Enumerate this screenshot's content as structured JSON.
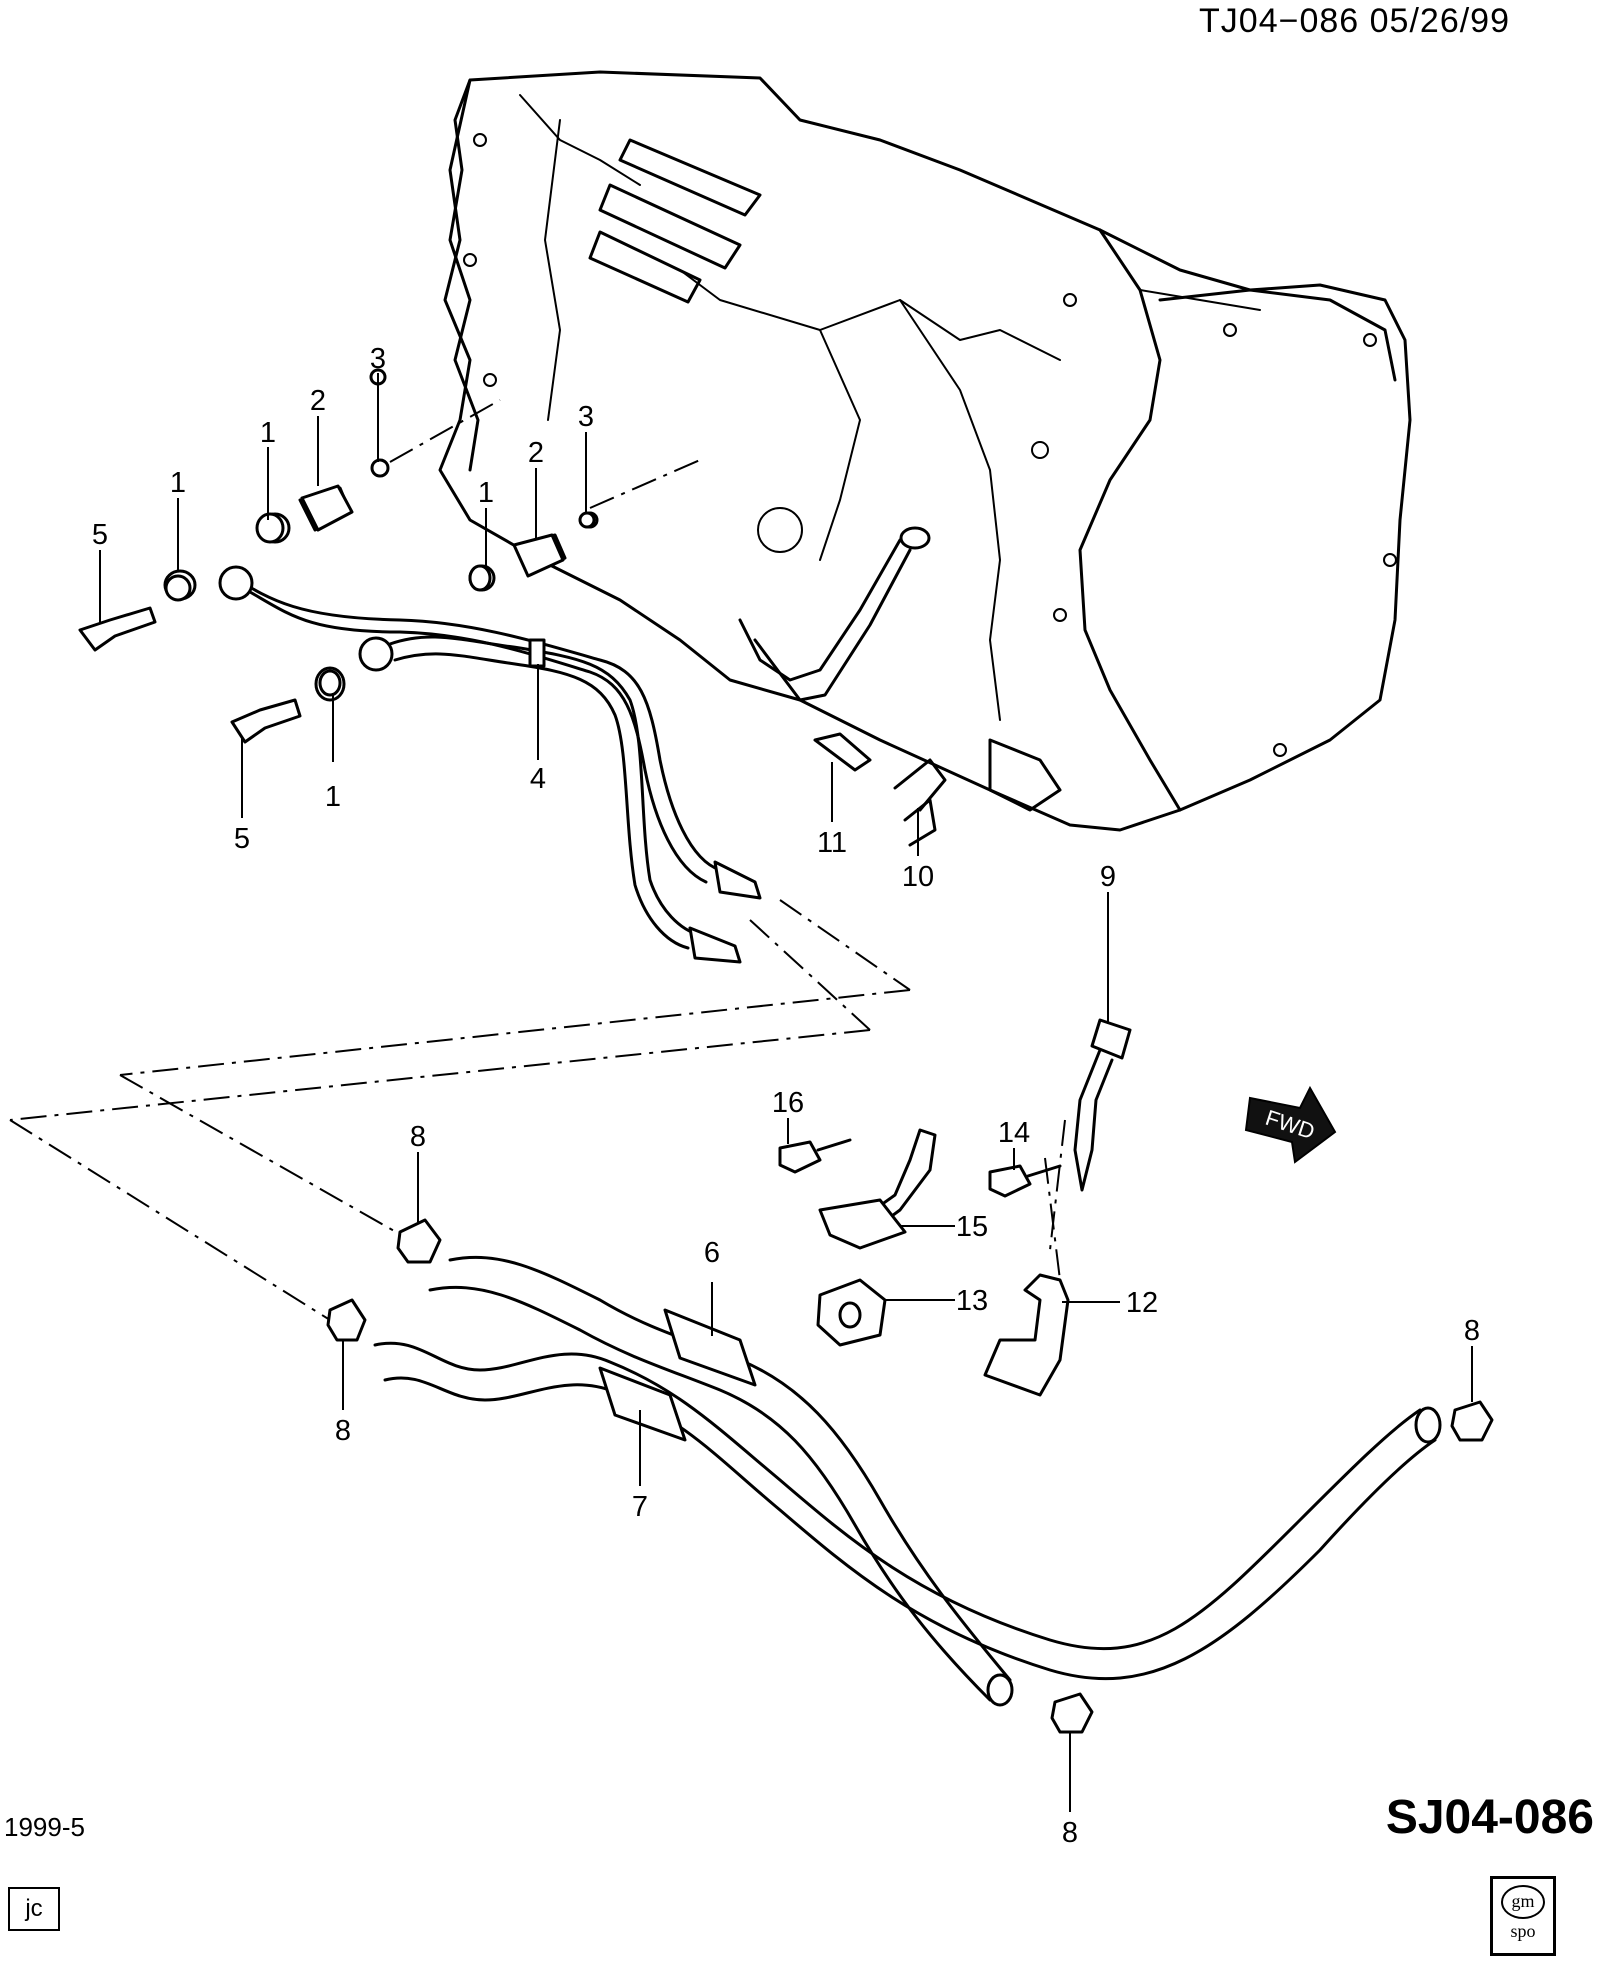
{
  "header": {
    "ref_code": "TJ04−086  05/26/99"
  },
  "footer": {
    "edition": "1999-5",
    "illustration_code": "SJ04-086",
    "author": "jc"
  },
  "logo": {
    "top": "gm",
    "bottom": "spo"
  },
  "fwd_arrow": {
    "label": "FWD"
  },
  "callouts": [
    {
      "id": "c3a",
      "label": "3"
    },
    {
      "id": "c2a",
      "label": "2"
    },
    {
      "id": "c1a",
      "label": "1"
    },
    {
      "id": "c1b",
      "label": "1"
    },
    {
      "id": "c5a",
      "label": "5"
    },
    {
      "id": "c3b",
      "label": "3"
    },
    {
      "id": "c2b",
      "label": "2"
    },
    {
      "id": "c1c",
      "label": "1"
    },
    {
      "id": "c1d",
      "label": "1"
    },
    {
      "id": "c4",
      "label": "4"
    },
    {
      "id": "c5b",
      "label": "5"
    },
    {
      "id": "c11",
      "label": "11"
    },
    {
      "id": "c10",
      "label": "10"
    },
    {
      "id": "c9",
      "label": "9"
    },
    {
      "id": "c16",
      "label": "16"
    },
    {
      "id": "c15",
      "label": "15"
    },
    {
      "id": "c14",
      "label": "14"
    },
    {
      "id": "c13",
      "label": "13"
    },
    {
      "id": "c12",
      "label": "12"
    },
    {
      "id": "c8a",
      "label": "8"
    },
    {
      "id": "c6",
      "label": "6"
    },
    {
      "id": "c8b",
      "label": "8"
    },
    {
      "id": "c7",
      "label": "7"
    },
    {
      "id": "c8c",
      "label": "8"
    },
    {
      "id": "c8d",
      "label": "8"
    }
  ]
}
